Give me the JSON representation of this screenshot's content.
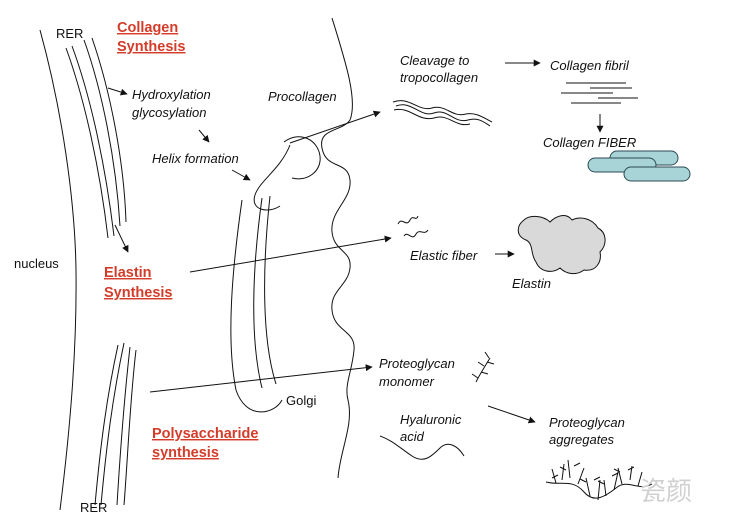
{
  "labels": {
    "rer_top": "RER",
    "rer_bottom": "RER",
    "nucleus": "nucleus",
    "golgi": "Golgi",
    "collagen_synthesis_1": "Collagen",
    "collagen_synthesis_2": "Synthesis",
    "elastin_synthesis_1": "Elastin",
    "elastin_synthesis_2": "Synthesis",
    "polysaccharide_1": "Polysaccharide",
    "polysaccharide_2": "synthesis",
    "hydroxylation": "Hydroxylation",
    "glycosylation": "glycosylation",
    "helix_formation": "Helix formation",
    "procollagen": "Procollagen",
    "cleavage_1": "Cleavage to",
    "cleavage_2": "tropocollagen",
    "collagen_fibril": "Collagen fibril",
    "collagen_fiber": "Collagen FIBER",
    "elastic_fiber": "Elastic fiber",
    "elastin": "Elastin",
    "proteoglycan_monomer_1": "Proteoglycan",
    "proteoglycan_monomer_2": "monomer",
    "hyaluronic_1": "Hyaluronic",
    "hyaluronic_2": "acid",
    "proteoglycan_aggregates_1": "Proteoglycan",
    "proteoglycan_aggregates_2": "aggregates",
    "watermark": "瓷颜"
  },
  "colors": {
    "heading_red": "#d43c2a",
    "fiber_fill": "#a8d4d8",
    "elastin_fill": "#d9d9d9",
    "line": "#111111"
  }
}
